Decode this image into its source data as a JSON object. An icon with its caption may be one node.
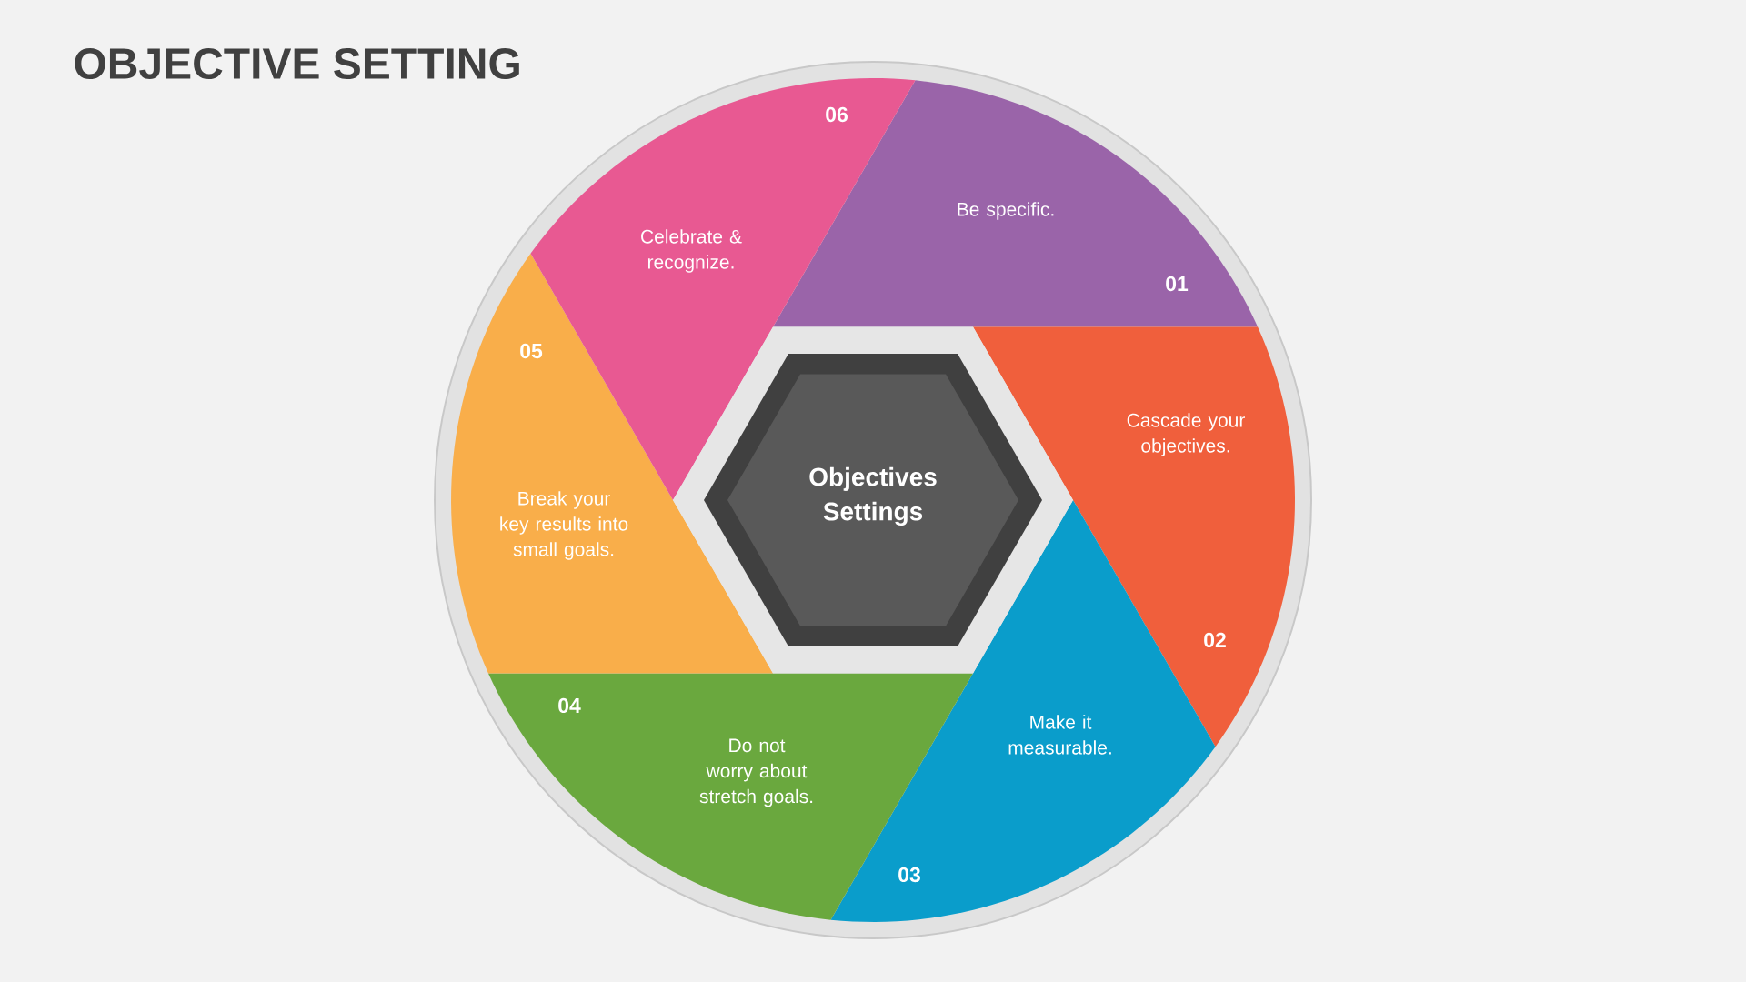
{
  "diagram": {
    "title": "OBJECTIVE SETTING",
    "nodes": [
      {
        "text": [
          "Objectives Settings"
        ]
      },
      {
        "text": [
          "Be specific.",
          "01"
        ]
      },
      {
        "text": [
          "Cascade your objectives.",
          "02"
        ]
      },
      {
        "text": [
          "Make it measurable.",
          "03"
        ]
      },
      {
        "text": [
          "Do not worry about stretch goals.",
          "04"
        ]
      },
      {
        "text": [
          "05",
          "Break your key results into small goals."
        ]
      },
      {
        "text": [
          "06",
          "Celebrate & recognize."
        ]
      }
    ],
    "edges": []
  }
}
